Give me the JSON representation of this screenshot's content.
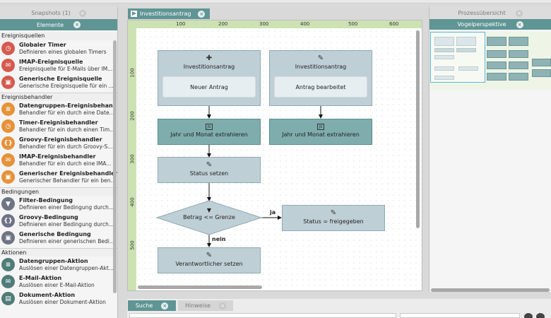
{
  "left_panel": {
    "snapshots_tab": "Snapshots (1)",
    "elements_tab": "Elemente",
    "categories": [
      {
        "label": "Ereignisquellen",
        "items": [
          {
            "name": "Globaler Timer",
            "desc": "Definieren eines globalen Timers",
            "icon": "clock-icon",
            "color": "red"
          },
          {
            "name": "IMAP-Ereignisquelle",
            "desc": "Ereignisquelle für E-Mails über IM...",
            "icon": "mail-icon",
            "color": "red"
          },
          {
            "name": "Generische Ereignisquelle",
            "desc": "Generische Ereignisquelle für ein ...",
            "icon": "generic-source-icon",
            "color": "red"
          }
        ]
      },
      {
        "label": "Ereignisbehandler",
        "items": [
          {
            "name": "Datengruppen-Ereignisbehan...",
            "desc": "Behandler für ein durch eine Date...",
            "icon": "database-icon",
            "color": "orange"
          },
          {
            "name": "Timer-Ereignisbehandler",
            "desc": "Behandler für ein durch einen Tim...",
            "icon": "clock-icon",
            "color": "orange"
          },
          {
            "name": "Groovy-Ereignisbehandler",
            "desc": "Behandler für ein durch Groovy-S...",
            "icon": "script-icon",
            "color": "orange"
          },
          {
            "name": "IMAP-Ereignisbehandler",
            "desc": "Behandler für ein durch eine IMA...",
            "icon": "mail-icon",
            "color": "orange"
          },
          {
            "name": "Generischer Ereignisbehandler",
            "desc": "Generischer Behandler für ein ben...",
            "icon": "generic-handler-icon",
            "color": "orange"
          }
        ]
      },
      {
        "label": "Bedingungen",
        "items": [
          {
            "name": "Filter-Bedingung",
            "desc": "Definieren einer Bedingung durch...",
            "icon": "filter-icon",
            "color": "slate"
          },
          {
            "name": "Groovy-Bedingung",
            "desc": "Definieren einer Bedingung durch...",
            "icon": "script-icon",
            "color": "slate"
          },
          {
            "name": "Generische Bedingung",
            "desc": "Definieren einer generischen Bedi...",
            "icon": "generic-condition-icon",
            "color": "slate"
          }
        ]
      },
      {
        "label": "Aktionen",
        "items": [
          {
            "name": "Datengruppen-Aktion",
            "desc": "Auslösen einer Datengruppen-Akt...",
            "icon": "database-icon",
            "color": "teal"
          },
          {
            "name": "E-Mail-Aktion",
            "desc": "Auslösen einer E-Mail-Aktion",
            "icon": "mail-icon",
            "color": "teal"
          },
          {
            "name": "Dokument-Aktion",
            "desc": "Auslösen einer Dokument-Aktion",
            "icon": "document-icon",
            "color": "teal"
          }
        ]
      }
    ]
  },
  "editor": {
    "tab_label": "Investitionsantrag",
    "ruler_x": [
      "100",
      "200",
      "300",
      "400",
      "500",
      "600"
    ],
    "ruler_y": [
      "100",
      "200",
      "300",
      "400",
      "500"
    ],
    "nodes": {
      "start1_title": "Investitionsantrag",
      "start1_inner": "Neuer Antrag",
      "start2_title": "Investitionsantrag",
      "start2_inner": "Antrag bearbeitet",
      "extract1": "Jahr und Monat extrahieren",
      "extract2": "Jahr und Monat extrahieren",
      "status_set": "Status setzen",
      "decision": "Betrag <= Grenze",
      "status_approved": "Status = freigegeben",
      "responsible": "Verantwortlicher setzen"
    },
    "edge_labels": {
      "yes": "ja",
      "no": "nein"
    }
  },
  "bottom_panel": {
    "tab_search": "Suche",
    "tab_hints": "Hinweise"
  },
  "right_panel": {
    "tab_overview": "Prozessübersicht",
    "tab_birdseye": "Vogelperspektive"
  },
  "colors": {
    "accent": "#5f9594",
    "node_light": "#bfcfd6",
    "node_teal": "#7fadad",
    "ruler": "#cde2b3"
  }
}
